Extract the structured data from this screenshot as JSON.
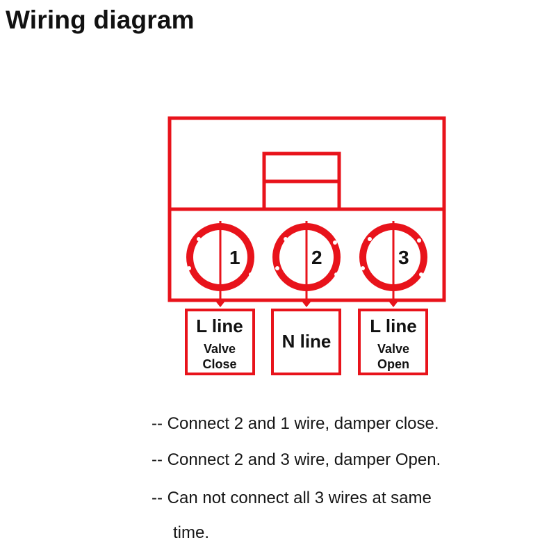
{
  "title": "Wiring diagram",
  "colors": {
    "accent": "#e8131b",
    "text": "#111111"
  },
  "terminals": [
    {
      "number": "1",
      "line": "L line",
      "sub1": "Valve",
      "sub2": "Close"
    },
    {
      "number": "2",
      "line": "N line",
      "sub1": "",
      "sub2": ""
    },
    {
      "number": "3",
      "line": "L line",
      "sub1": "Valve",
      "sub2": "Open"
    }
  ],
  "notes": [
    "-- Connect 2 and 1 wire, damper close.",
    "-- Connect 2 and 3 wire, damper Open.",
    "-- Can not connect all 3 wires at same",
    "time."
  ]
}
